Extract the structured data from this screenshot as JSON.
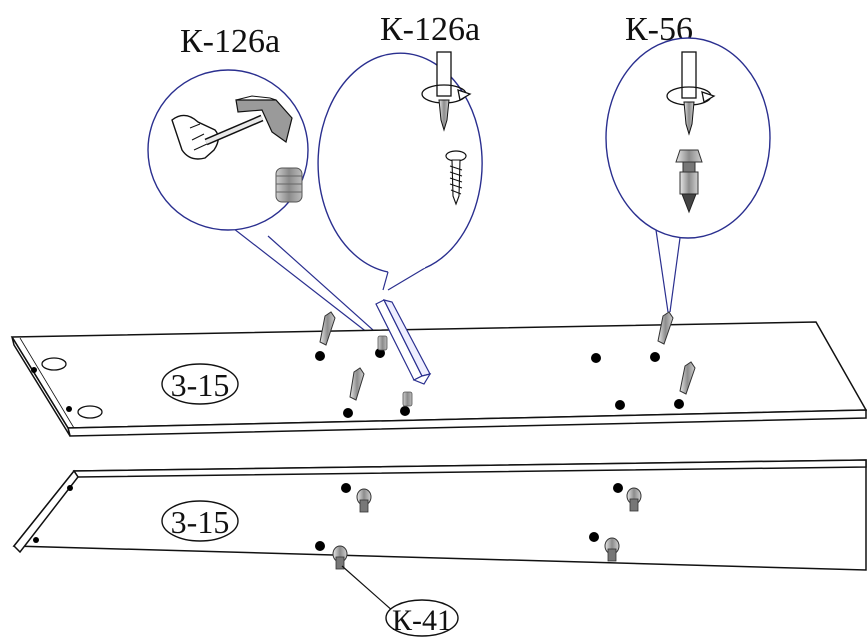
{
  "callouts": [
    {
      "code": "К-126а",
      "tool": "hammer-icon",
      "part": "dowel-icon"
    },
    {
      "code": "К-126а",
      "tool": "screwdriver-icon",
      "part": "screw-icon"
    },
    {
      "code": "К-56",
      "tool": "screwdriver-icon",
      "part": "bolt-icon"
    }
  ],
  "panels": {
    "upper_label": "3-15",
    "lower_label": "3-15"
  },
  "fitting_label": "К-41",
  "colors": {
    "line": "#111111",
    "callout_line": "#2a2f8f",
    "board_fill": "#ffffff",
    "hole": "#000000"
  }
}
